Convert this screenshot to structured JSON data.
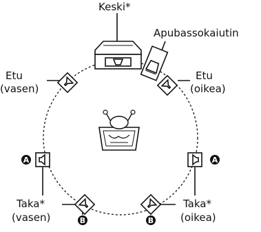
{
  "labels": {
    "center": "Keski*",
    "subwoofer": "Apubassokaiutin",
    "front_left_1": "Etu",
    "front_left_2": "(vasen)",
    "front_right_1": "Etu",
    "front_right_2": "(oikea)",
    "rear_left_1": "Taka*",
    "rear_left_2": "(vasen)",
    "rear_right_1": "Taka*",
    "rear_right_2": "(oikea)"
  },
  "markers": {
    "a": "A",
    "b": "B"
  }
}
